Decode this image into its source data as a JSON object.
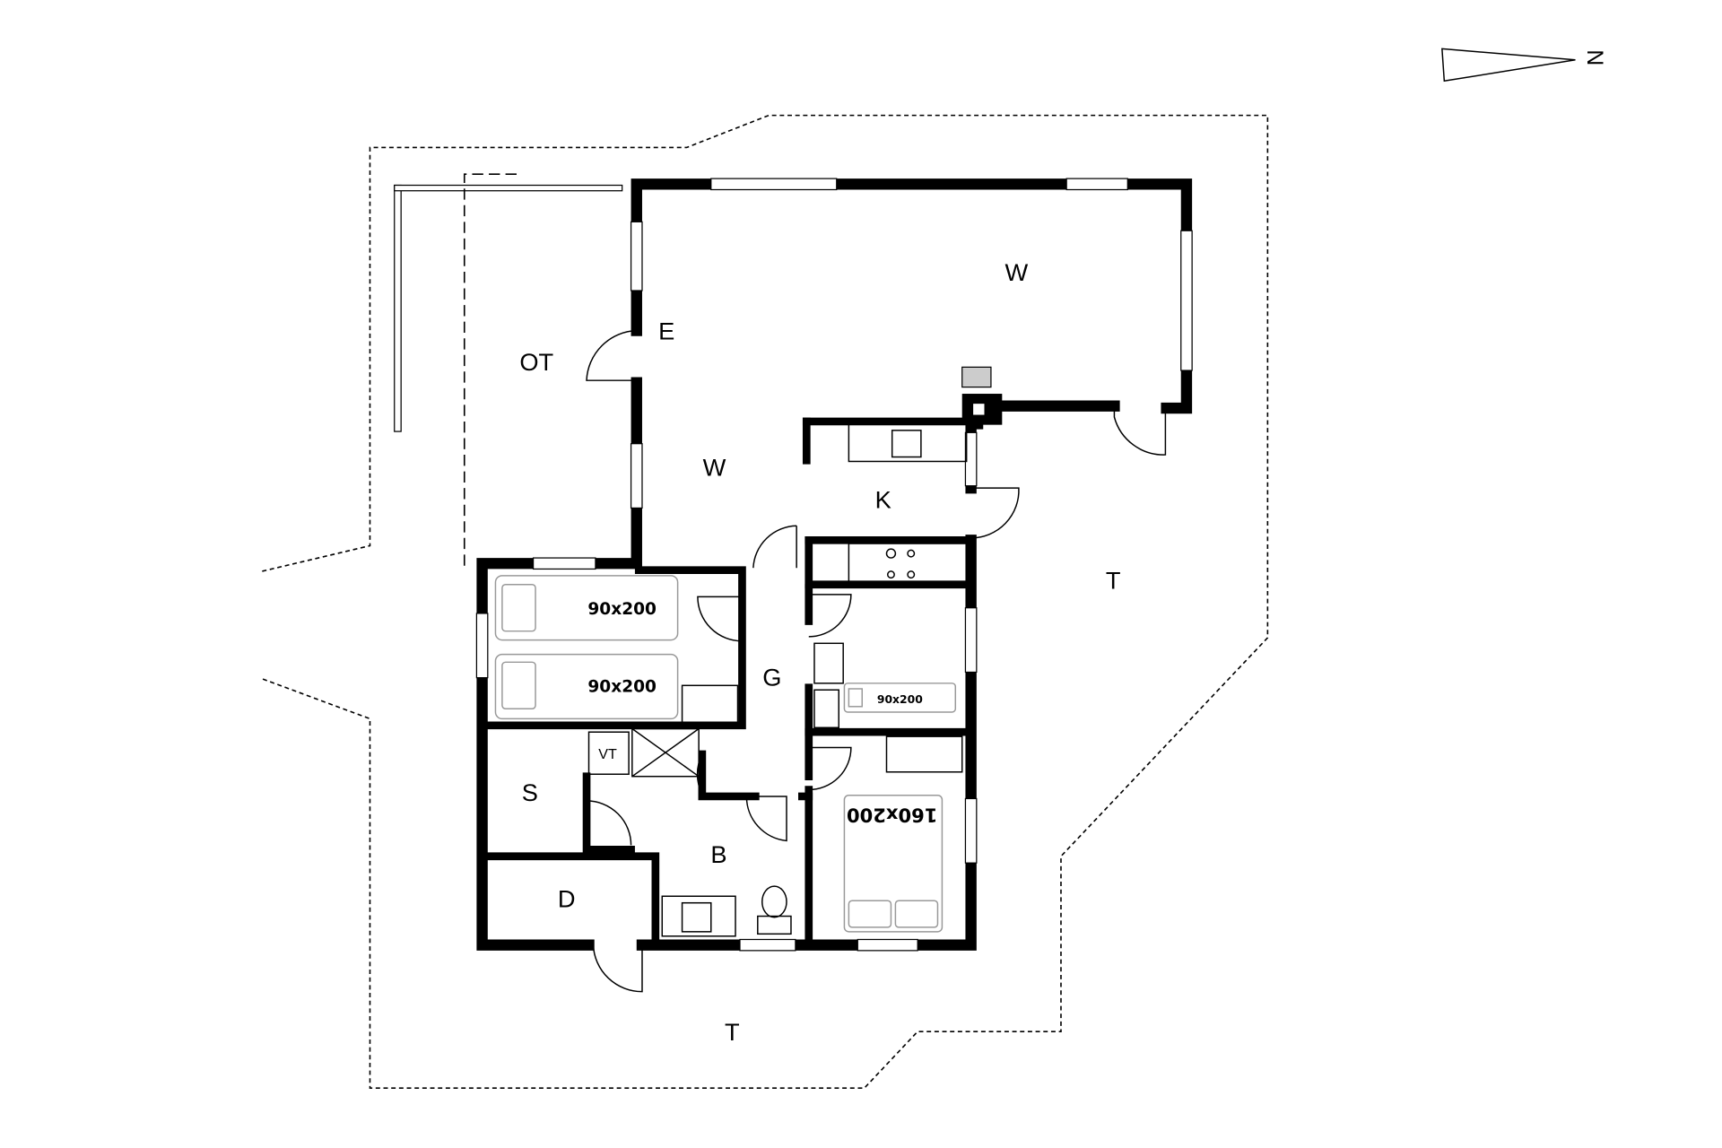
{
  "plan": {
    "north_label": "N",
    "rooms": {
      "living_1": "W",
      "living_2": "W",
      "entrance": "E",
      "covered_terrace": "OT",
      "kitchen": "K",
      "terrace_east": "T",
      "terrace_south": "T",
      "hall": "G",
      "storage": "S",
      "bathroom": "B",
      "utility": "D",
      "water_heater": "VT"
    },
    "beds": {
      "bed_1": "90x200",
      "bed_2": "90x200",
      "bed_3": "90x200",
      "bed_4": "160x200"
    }
  }
}
